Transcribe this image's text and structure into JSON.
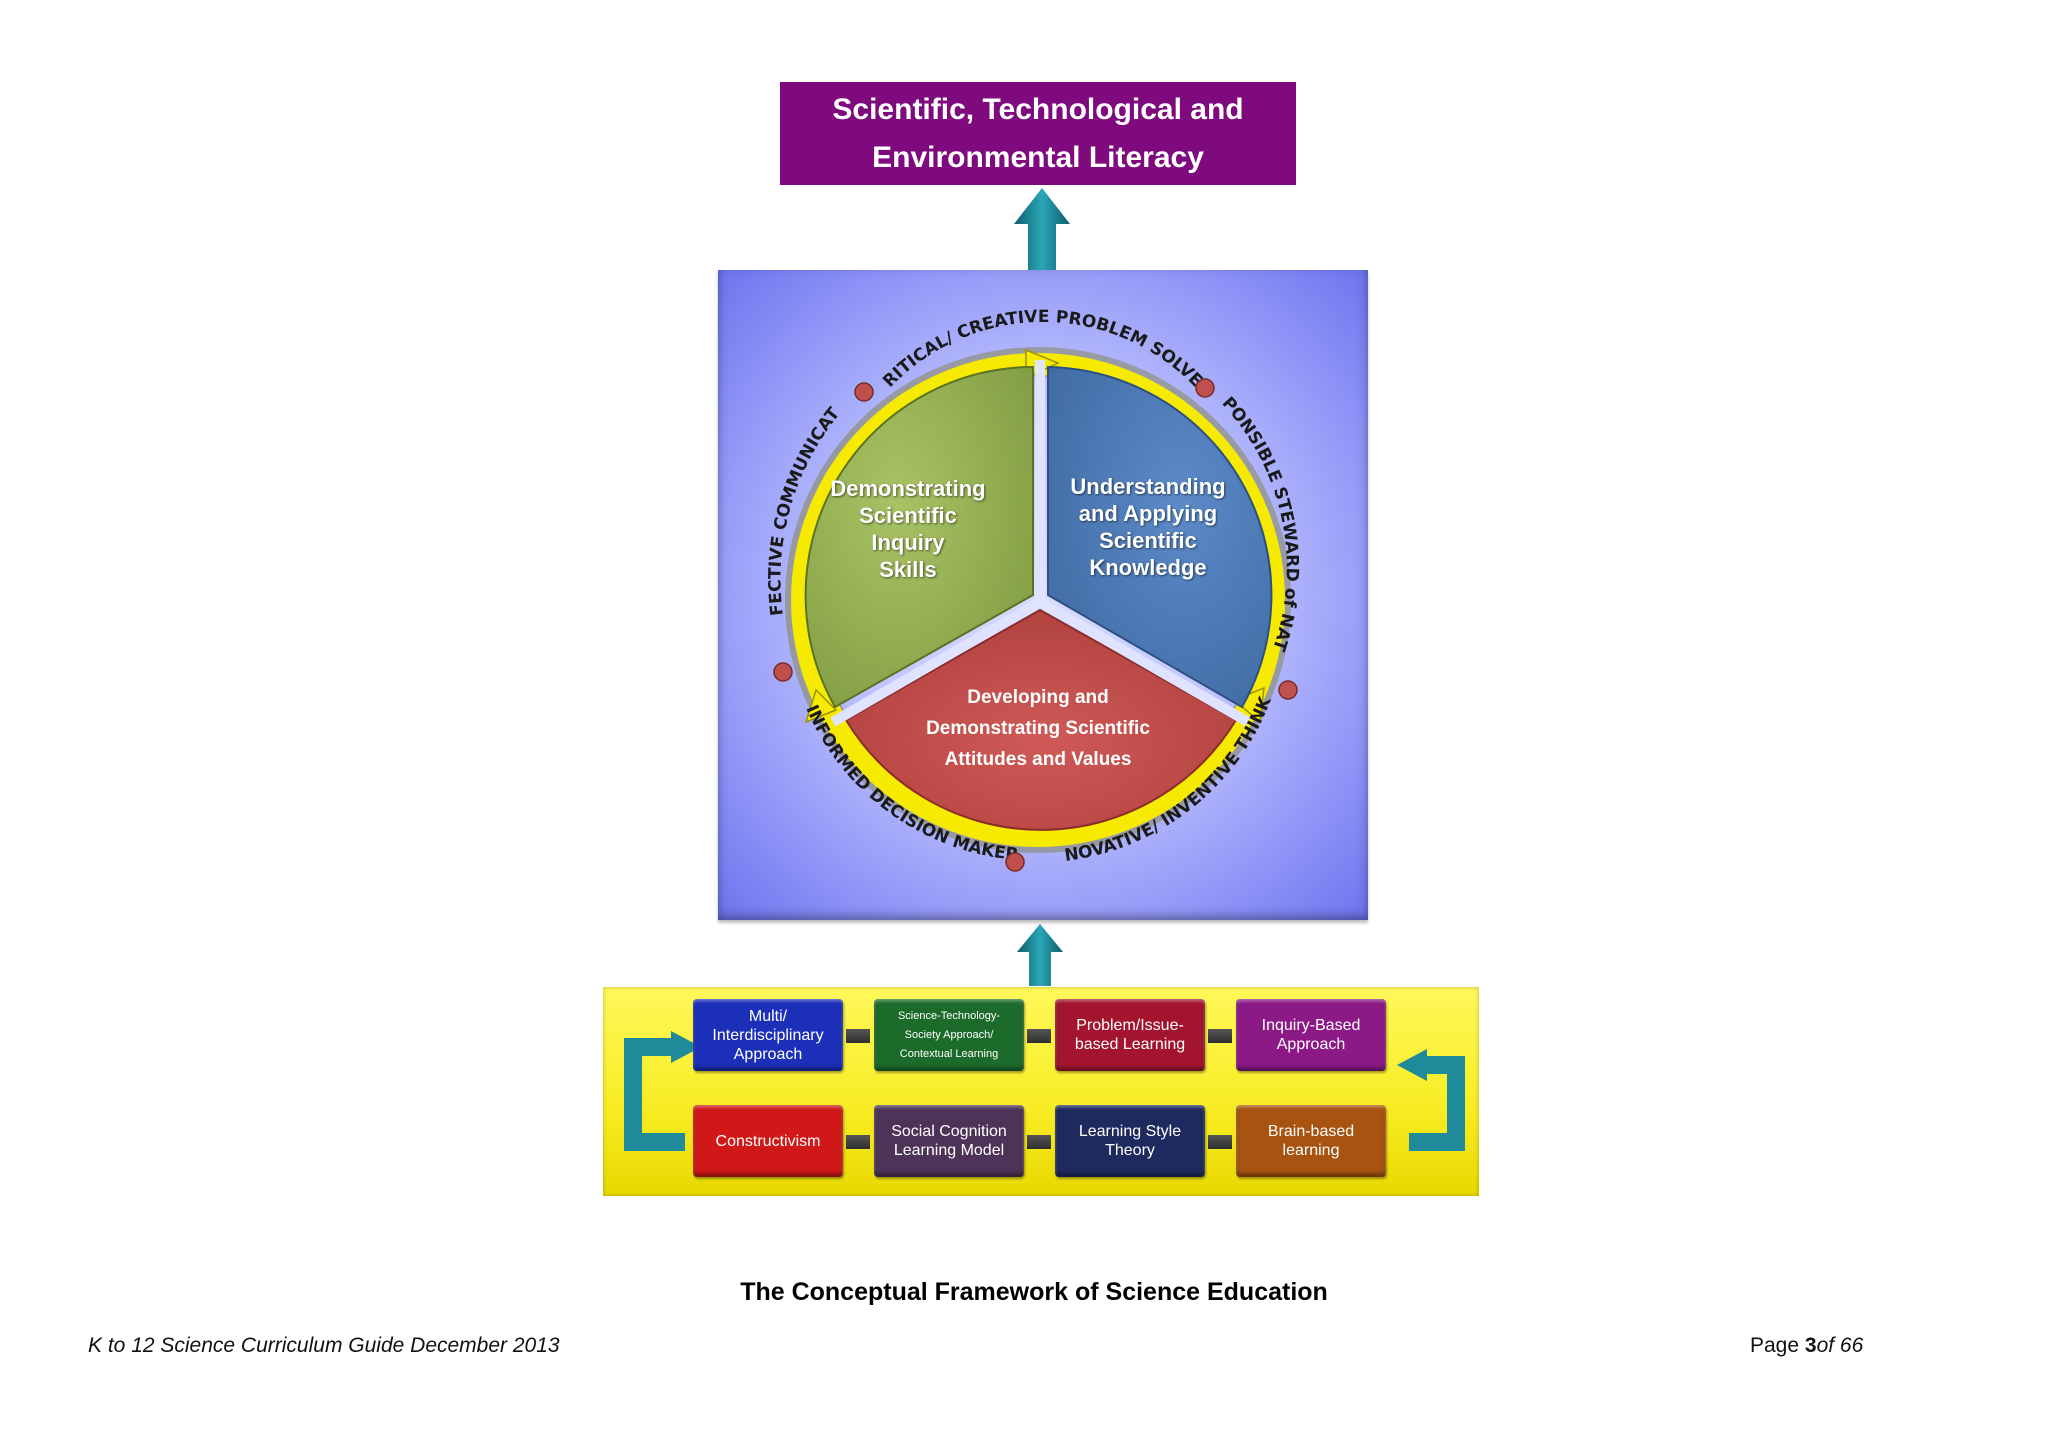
{
  "title_box": {
    "line1": "Scientific, Technological and",
    "line2": "Environmental Literacy",
    "color": "#7e0a7e"
  },
  "wheel": {
    "segments": {
      "green": "Demonstrating\nScientific\nInquiry\nSkills",
      "blue": "Understanding\nand Applying\nScientific\nKnowledge",
      "red": "Developing and\nDemonstrating Scientific\nAttitudes and Values"
    },
    "ring_labels": {
      "top": "CRITICAL/ CREATIVE PROBLEM SOLVER",
      "right": "RESPONSIBLE STEWARD of NATURE",
      "bottom_right": "INNOVATIVE/ INVENTIVE THINKER",
      "bottom_left": "INFORMED DECISION MAKER",
      "left": "EFFECTIVE COMMUNICATOR"
    },
    "colors": {
      "green": "#9bb45a",
      "blue": "#4e7bb8",
      "red": "#c0504d",
      "ring": "#f5ea00"
    }
  },
  "approaches": {
    "row1": [
      {
        "label": "Multi/\nInterdisciplinary\nApproach",
        "color": "#1b2fb8"
      },
      {
        "label": "Science-Technology-\nSociety Approach/\nContextual Learning",
        "color": "#1c6b2a"
      },
      {
        "label": "Problem/Issue-\nbased Learning",
        "color": "#a3142e"
      },
      {
        "label": "Inquiry-Based\nApproach",
        "color": "#8c1a86"
      }
    ],
    "row2": [
      {
        "label": "Constructivism",
        "color": "#d01818"
      },
      {
        "label": "Social Cognition\nLearning Model",
        "color": "#4e3358"
      },
      {
        "label": "Learning Style\nTheory",
        "color": "#1e2a5e"
      },
      {
        "label": "Brain-based\nlearning",
        "color": "#a8530f"
      }
    ],
    "frame_color": "#f7ec22"
  },
  "caption": "The Conceptual Framework of Science Education",
  "footer": {
    "left": "K to 12 Science Curriculum Guide December 2013",
    "page_label": "Page ",
    "page_number": "3",
    "page_total": "of 66"
  }
}
